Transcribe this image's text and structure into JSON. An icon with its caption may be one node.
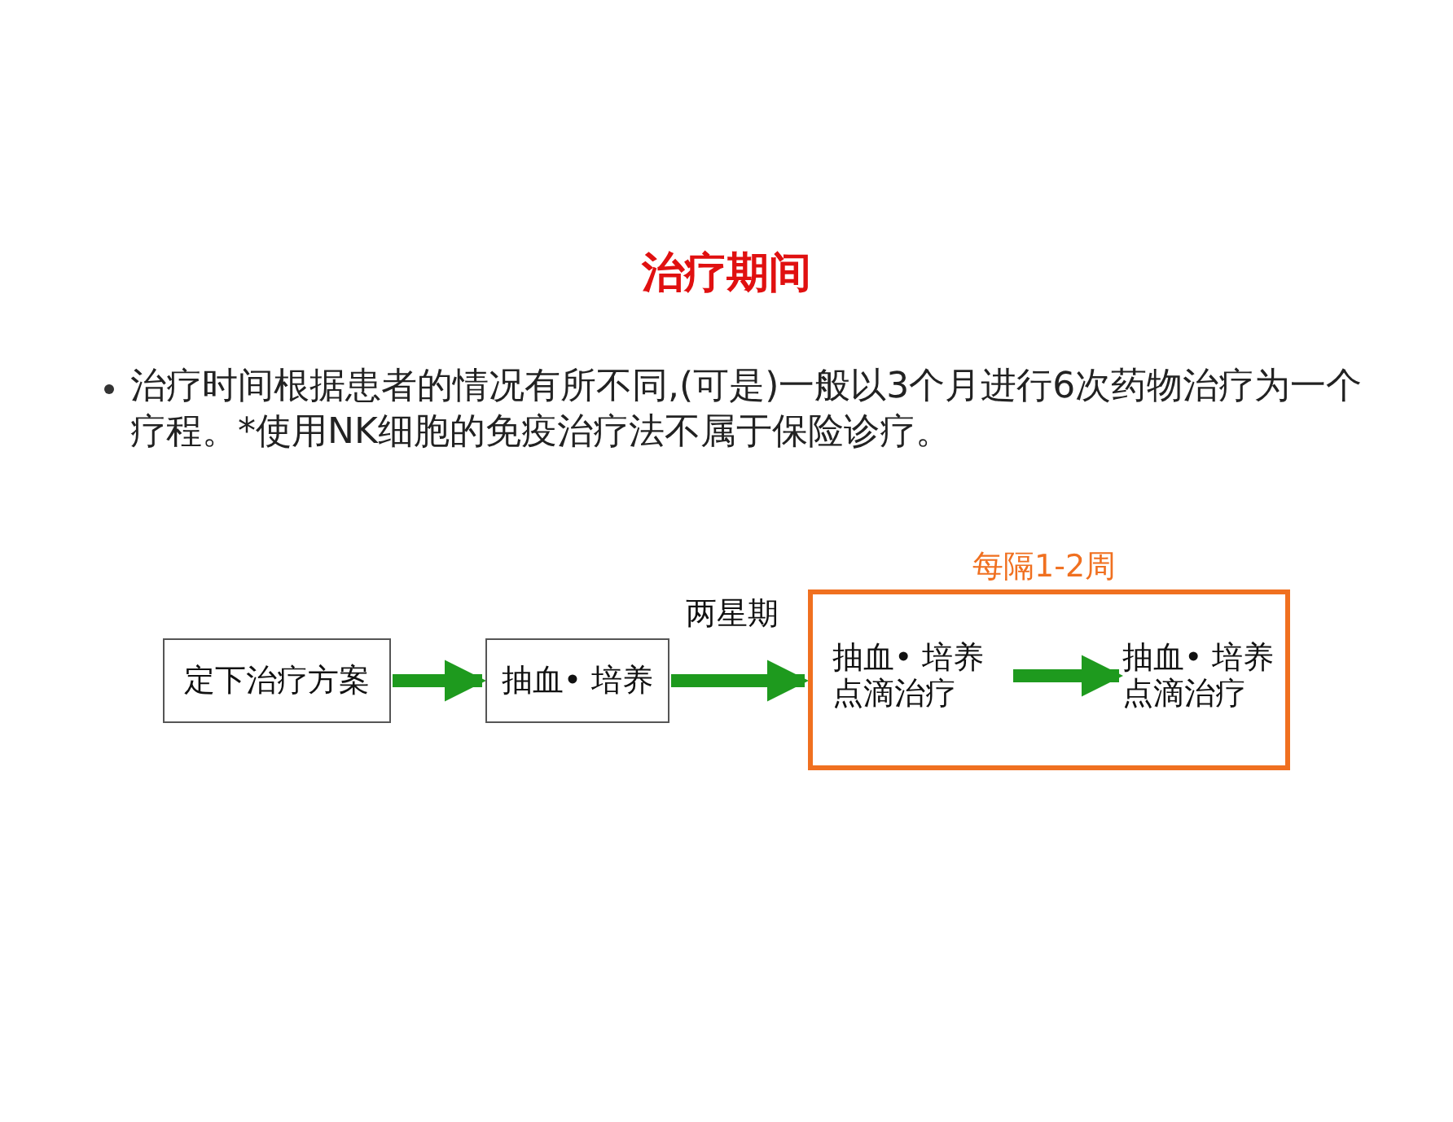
{
  "diagram": {
    "title": "治疗期间",
    "nodes": [
      {
        "text": [
          "定下治疗方案"
        ]
      },
      {
        "text": [
          "抽血• 培养"
        ]
      },
      {
        "text": [
          "每隔1-2周"
        ]
      },
      {
        "text": [
          "抽血• 培养",
          "点滴治疗"
        ],
        "in": 2
      },
      {
        "text": [
          "抽血• 培养",
          "点滴治疗"
        ],
        "in": 2
      }
    ],
    "edges": [
      {
        "from": 0,
        "to": 1,
        "arrow": "to"
      },
      {
        "from": 1,
        "to": 2,
        "arrow": "to",
        "label": "两星期"
      },
      {
        "from": 3,
        "to": 4,
        "arrow": "to"
      }
    ],
    "labels": [
      "治疗时间根据患者的情况有所不同,(可是)一般以3个月进行6次药物治疗为一个疗程。*使用NK细胞的免疫治疗法不属于保险诊疗。"
    ]
  }
}
